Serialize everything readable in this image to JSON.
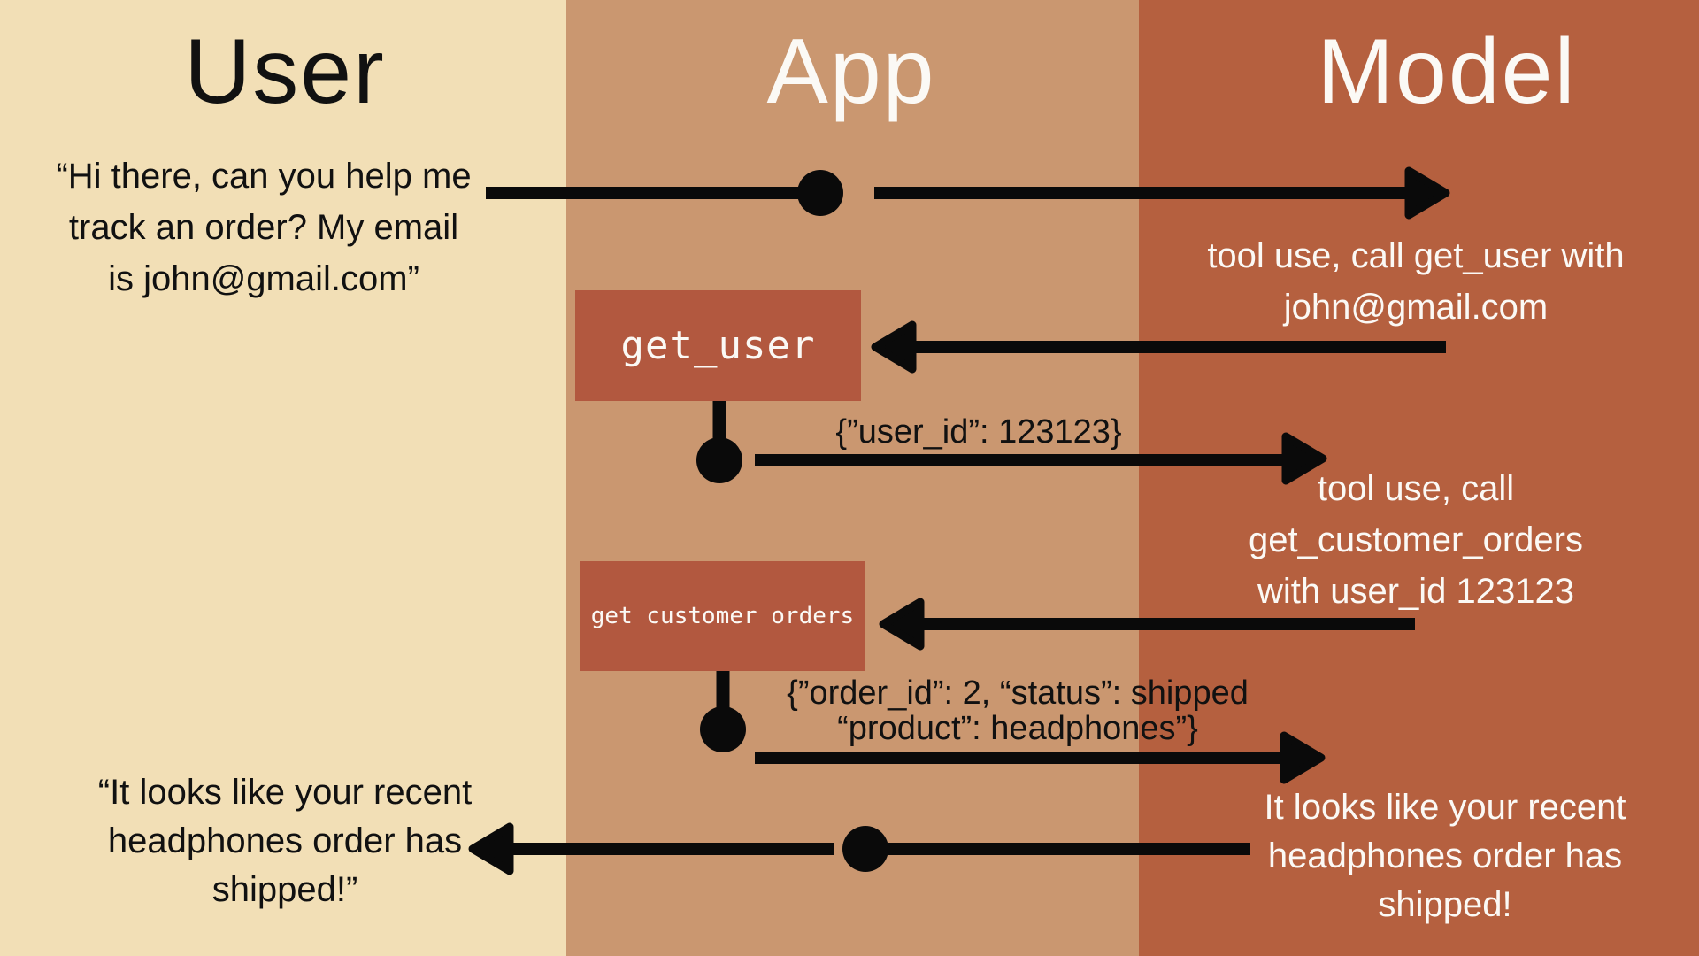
{
  "colors": {
    "user_col": "#f2dfb6",
    "app_col": "#ca9770",
    "model_col": "#b5603f",
    "box_col": "#b2583f",
    "arrow_col": "#0a0a0a",
    "text_dark": "#111111",
    "text_light": "#fbf9f5"
  },
  "columns": {
    "user": {
      "title": "User"
    },
    "app": {
      "title": "App"
    },
    "model": {
      "title": "Model"
    }
  },
  "flow": {
    "user_request": {
      "lines": [
        "“Hi there, can you help me",
        "track an order? My email",
        "is john@gmail.com”"
      ]
    },
    "model_tool_call_1": {
      "lines": [
        "tool use, call get_user with",
        "john@gmail.com"
      ]
    },
    "tool_1": {
      "label": "get_user",
      "result": "{”user_id”: 123123}"
    },
    "model_tool_call_2": {
      "lines": [
        "tool use, call",
        "get_customer_orders",
        "with user_id 123123"
      ]
    },
    "tool_2": {
      "label": "get_customer_orders",
      "result_lines": [
        "{”order_id”: 2, “status”: shipped",
        "“product”: headphones”}"
      ]
    },
    "model_reply": {
      "lines": [
        "It looks like your recent",
        "headphones order has",
        "shipped!"
      ]
    },
    "user_reply": {
      "lines": [
        "“It looks like your recent",
        "headphones order has",
        "shipped!”"
      ]
    }
  }
}
